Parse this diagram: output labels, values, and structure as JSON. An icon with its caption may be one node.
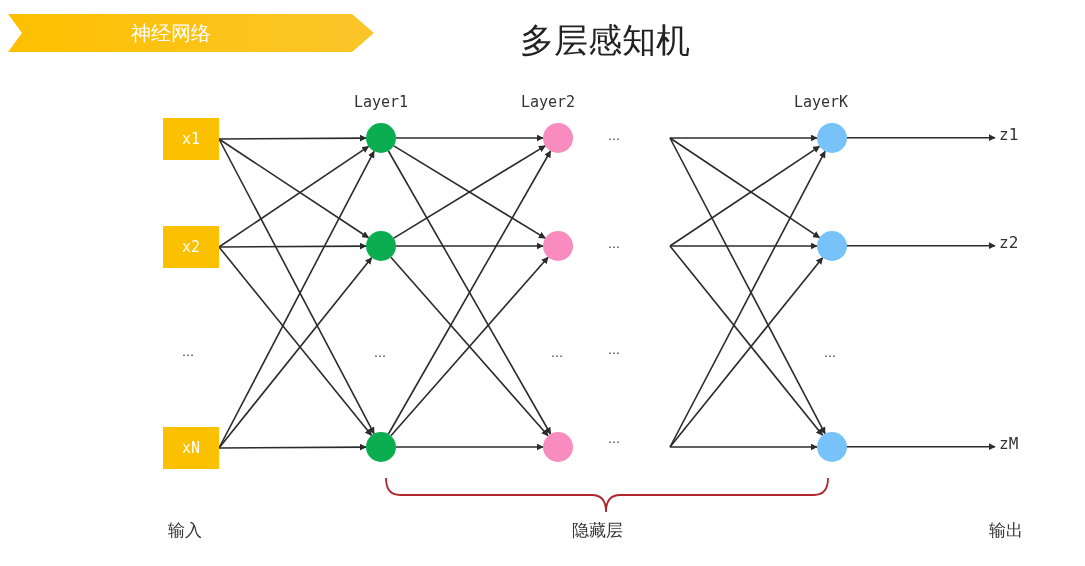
{
  "diagram": {
    "title": "多层感知机",
    "nodes": [
      {
        "text": [
          "神经网络"
        ]
      },
      {
        "text": [
          "x1"
        ]
      },
      {
        "text": [
          "x2"
        ]
      },
      {
        "text": [
          "xN"
        ]
      },
      {
        "text": [],
        "shape": "circle"
      },
      {
        "text": [],
        "shape": "circle"
      },
      {
        "text": [],
        "shape": "circle"
      },
      {
        "text": [],
        "shape": "circle"
      },
      {
        "text": [],
        "shape": "circle"
      },
      {
        "text": [],
        "shape": "circle"
      },
      {
        "text": [],
        "shape": "circle"
      },
      {
        "text": [],
        "shape": "circle"
      },
      {
        "text": [],
        "shape": "circle"
      },
      {
        "text": [
          "z1"
        ]
      },
      {
        "text": [
          "z2"
        ]
      },
      {
        "text": [
          "zM"
        ]
      }
    ],
    "edges": [
      {
        "from": 1,
        "to": 4,
        "arrow": "to"
      },
      {
        "from": 1,
        "to": 5,
        "arrow": "to"
      },
      {
        "from": 1,
        "to": 6,
        "arrow": "to"
      },
      {
        "from": 2,
        "to": 4,
        "arrow": "to"
      },
      {
        "from": 2,
        "to": 5,
        "arrow": "to"
      },
      {
        "from": 2,
        "to": 6,
        "arrow": "to"
      },
      {
        "from": 3,
        "to": 4,
        "arrow": "to"
      },
      {
        "from": 3,
        "to": 5,
        "arrow": "to"
      },
      {
        "from": 3,
        "to": 6,
        "arrow": "to"
      },
      {
        "from": 4,
        "to": 7,
        "arrow": "to"
      },
      {
        "from": 4,
        "to": 8,
        "arrow": "to"
      },
      {
        "from": 4,
        "to": 9,
        "arrow": "to"
      },
      {
        "from": 5,
        "to": 7,
        "arrow": "to"
      },
      {
        "from": 5,
        "to": 8,
        "arrow": "to"
      },
      {
        "from": 5,
        "to": 9,
        "arrow": "to"
      },
      {
        "from": 6,
        "to": 7,
        "arrow": "to"
      },
      {
        "from": 6,
        "to": 8,
        "arrow": "to"
      },
      {
        "from": 6,
        "to": 9,
        "arrow": "to"
      },
      {
        "from": null,
        "to": 10,
        "arrow": "to"
      },
      {
        "from": null,
        "to": 11,
        "arrow": "to"
      },
      {
        "from": null,
        "to": 12,
        "arrow": "to"
      },
      {
        "from": null,
        "to": 10,
        "arrow": "to"
      },
      {
        "from": null,
        "to": 11,
        "arrow": "to"
      },
      {
        "from": null,
        "to": 12,
        "arrow": "to"
      },
      {
        "from": null,
        "to": 10,
        "arrow": "to"
      },
      {
        "from": null,
        "to": 11,
        "arrow": "to"
      },
      {
        "from": null,
        "to": 12,
        "arrow": "to"
      },
      {
        "from": 10,
        "to": 13,
        "arrow": "to"
      },
      {
        "from": 11,
        "to": 14,
        "arrow": "to"
      },
      {
        "from": 12,
        "to": 15,
        "arrow": "to"
      }
    ],
    "labels": [
      "Layer1",
      "Layer2",
      "LayerK",
      "…",
      "…",
      "…",
      "…",
      "…",
      "…",
      "…",
      "…",
      "输入",
      "隐藏层",
      "输出"
    ]
  }
}
